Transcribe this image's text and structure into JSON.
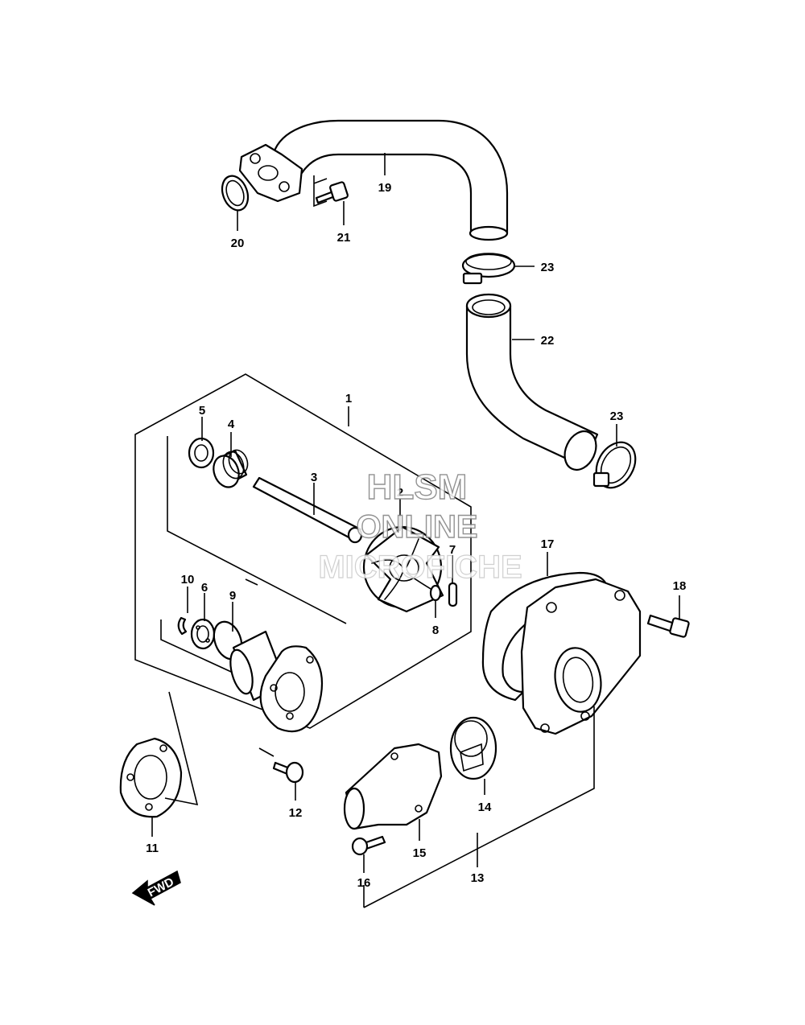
{
  "callouts": {
    "c1": "1",
    "c2": "2",
    "c3": "3",
    "c4": "4",
    "c5": "5",
    "c6": "6",
    "c7": "7",
    "c8": "8",
    "c9": "9",
    "c10": "10",
    "c11": "11",
    "c12": "12",
    "c13": "13",
    "c14": "14",
    "c15": "15",
    "c16": "16",
    "c17": "17",
    "c18": "18",
    "c19": "19",
    "c20": "20",
    "c21": "21",
    "c22": "22",
    "c23a": "23",
    "c23b": "23"
  },
  "watermark": {
    "line1": "HLSM",
    "line2": "ONLINE",
    "line3": "MICROFICHE"
  },
  "direction_marker": {
    "label": "FWD"
  }
}
